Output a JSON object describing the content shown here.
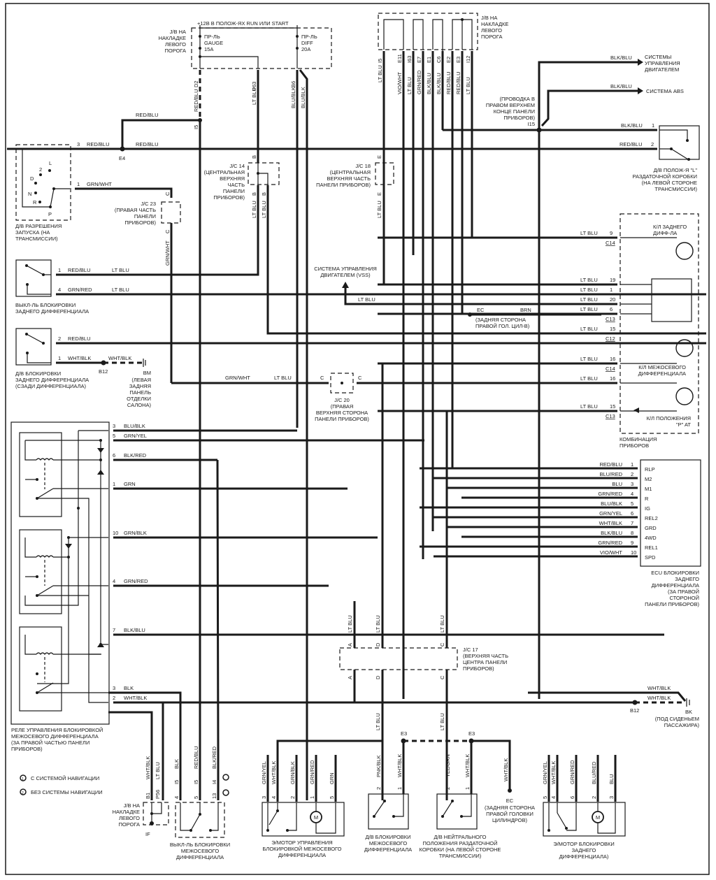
{
  "top_power": {
    "label": "+12В В ПОЛОЖ-ЯХ RUN ИЛИ START",
    "jb_left_label": [
      "J/B НА",
      "НАКЛАДКЕ",
      "ЛЕВОГО",
      "ПОРОГА"
    ],
    "fuse_gauge": [
      "ПР-ЛЬ",
      "GAUGE",
      "15A"
    ],
    "fuse_diff": [
      "ПР-ЛЬ",
      "DIFF",
      "20A"
    ],
    "pins": [
      "D2",
      "P63",
      "B6"
    ],
    "wires": [
      "RED/BLU",
      "LT BLU",
      "BLU/BLK",
      "BLU/BLK"
    ],
    "splice_pin": "I5"
  },
  "top_jb": {
    "label": [
      "J/B НА",
      "НАКЛАДКЕ",
      "ЛЕВОГО",
      "ПОРОГА"
    ],
    "pins": [
      "I5",
      "E11",
      "I63",
      "E7",
      "E1",
      "C6",
      "E2",
      "E3",
      "I12"
    ],
    "wires": [
      "LT BLU",
      "VIO/WHT",
      "LT BLU",
      "GRN/RED",
      "BLK/BLU",
      "BLK/BLU",
      "RED/BLU",
      "RED/BLU",
      "LT BLU"
    ]
  },
  "engine_systems": {
    "wire1": "BLK/BLU",
    "target1": [
      "СИСТЕМЫ",
      "УПРАВЛЕНИЯ",
      "ДВИГАТЕЛЕМ"
    ],
    "wire2": "BLK/BLU",
    "target2": "СИСТЕМА ABS",
    "splice_label": [
      "(ПРОВОДКА В",
      "ПРАВОМ ВЕРХНЕМ",
      "КОНЦЕ ПАНЕЛИ",
      "ПРИБОРОВ)"
    ],
    "splice_id": "I15"
  },
  "l_switch": {
    "pin1": "1",
    "wire1": "BLK/BLU",
    "pin2": "2",
    "wire2": "RED/BLU",
    "label": [
      "Д/В ПОЛОЖ-Я \"L\"",
      "РАЗДАТОЧНОЙ КОРОБКИ",
      "(НА ЛЕВОЙ СТОРОНЕ",
      "ТРАНСМИССИИ)"
    ]
  },
  "start_switch": {
    "label": [
      "Д/В РАЗРЕШЕНИЯ",
      "ЗАПУСКА (НА",
      "ТРАНСМИССИИ)"
    ],
    "positions": [
      "L",
      "2",
      "D",
      "N",
      "R",
      "P"
    ],
    "pin3": "3",
    "wire3": "RED/BLU",
    "pin1": "1",
    "wire1": "GRN/WHT",
    "splice": "E4",
    "wire_after_splice": "RED/BLU"
  },
  "jc14": {
    "label": [
      "J/C 14",
      "(ЦЕНТРАЛЬНАЯ",
      "ВЕРХНЯЯ",
      "ЧАСТЬ",
      "ПАНЕЛИ",
      "ПРИБОРОВ)"
    ],
    "pin": "B",
    "wire": "LT BLU"
  },
  "jc18": {
    "label": [
      "J/C 18",
      "(ЦЕНТРАЛЬНАЯ",
      "ВЕРХНЯЯ ЧАСТЬ",
      "ПАНЕЛИ ПРИБОРОВ)"
    ],
    "pin": "E",
    "wire": "LT BLU"
  },
  "jc23": {
    "label": [
      "J/C 23",
      "(ПРАВАЯ ЧАСТЬ",
      "ПАНЕЛИ",
      "ПРИБОРОВ)"
    ],
    "pin": "C",
    "wire": "GRN/WHT"
  },
  "jc20": {
    "label": [
      "J/C 20",
      "(ПРАВАЯ",
      "ВЕРХНЯЯ СТОРОНА",
      "ПАНЕЛИ ПРИБОРОВ)"
    ],
    "pin": "C",
    "wire_left": "GRN/WHT",
    "wire_right": "LT BLU"
  },
  "jc17": {
    "label": [
      "J/C 17",
      "(ВЕРХНЯЯ ЧАСТЬ",
      "ЦЕНТРА ПАНЕЛИ",
      "ПРИБОРОВ)"
    ],
    "pins": [
      "A",
      "D",
      "C"
    ],
    "wire": "LT BLU"
  },
  "rear_lock_switch": {
    "label": [
      "ВЫКЛ-ЛЬ БЛОКИРОВКИ",
      "ЗАДНЕГО ДИФФЕРЕНЦИАЛА"
    ],
    "pin1": "1",
    "wire1": "RED/BLU",
    "pin4": "4",
    "wire4": "GRN/RED",
    "wire_out": "LT BLU"
  },
  "rear_lock_sensor": {
    "label": [
      "Д/В БЛОКИРОВКИ",
      "ЗАДНЕГО ДИФФЕРЕНЦИАЛА",
      "(СЗАДИ ДИФФЕРЕНЦИАЛА)"
    ],
    "pin2": "2",
    "wire2": "RED/BLU",
    "pin1": "1",
    "wire1": "WHT/BLK",
    "splice": "B12",
    "ground": "BM",
    "ground_label": [
      "(ЛЕВАЯ",
      "ЗАДНЯЯ",
      "ПАНЕЛЬ",
      "ОТДЕЛКИ",
      "САЛОНА)"
    ]
  },
  "vss": {
    "label": [
      "СИСТЕМА УПРАВЛЕНИЯ",
      "ДВИГАТЕЛЕМ (VSS)"
    ],
    "wire": "LT BLU"
  },
  "ground_ec": {
    "id": "EC",
    "wire": "BRN",
    "label": [
      "(ЗАДНЯЯ СТОРОНА",
      "ПРАВОЙ ГОЛ. ЦИЛ-В)"
    ]
  },
  "cluster": {
    "label": [
      "КОМБИНАЦИЯ",
      "ПРИБОРОВ"
    ],
    "lamp_rear": [
      "К/Л ЗАДНЕГО",
      "ДИФФ-ЛА"
    ],
    "lamp_center": [
      "К/Л МЕЖОСЕВОГО",
      "ДИФФЕРЕНЦИАЛА"
    ],
    "lamp_p": [
      "К/Л ПОЛОЖЕНИЯ",
      "\"P\" AT"
    ],
    "pins": [
      {
        "wire": "LT BLU",
        "pin": "9",
        "conn": "C14"
      },
      {
        "wire": "LT BLU",
        "pin": "19",
        "conn": ""
      },
      {
        "wire": "LT BLU",
        "pin": "1",
        "conn": ""
      },
      {
        "wire": "LT BLU",
        "pin": "20",
        "conn": ""
      },
      {
        "wire": "LT BLU",
        "pin": "6",
        "conn": "C13"
      },
      {
        "wire": "LT BLU",
        "pin": "15",
        "conn": "C12"
      },
      {
        "wire": "LT BLU",
        "pin": "16",
        "conn": "C14"
      },
      {
        "wire": "LT BLU",
        "pin": "16",
        "conn": ""
      },
      {
        "wire": "LT BLU",
        "pin": "15",
        "conn": "C13"
      }
    ]
  },
  "ecu": {
    "label": [
      "ECU БЛОКИРОВКИ",
      "ЗАДНЕГО",
      "ДИФФЕРЕНЦИАЛА",
      "(ЗА ПРАВОЙ",
      "СТОРОНОЙ",
      "ПАНЕЛИ ПРИБОРОВ)"
    ],
    "pins": [
      {
        "wire": "RED/BLU",
        "pin": "1",
        "name": "RLP"
      },
      {
        "wire": "BLU/RED",
        "pin": "2",
        "name": "M2"
      },
      {
        "wire": "BLU",
        "pin": "3",
        "name": "M1"
      },
      {
        "wire": "GRN/RED",
        "pin": "4",
        "name": "R"
      },
      {
        "wire": "BLU/BLK",
        "pin": "5",
        "name": "IG"
      },
      {
        "wire": "GRN/YEL",
        "pin": "6",
        "name": "REL2"
      },
      {
        "wire": "WHT/BLK",
        "pin": "7",
        "name": "GRD"
      },
      {
        "wire": "BLK/BLU",
        "pin": "8",
        "name": "4WD"
      },
      {
        "wire": "GRN/RED",
        "pin": "9",
        "name": "REL1"
      },
      {
        "wire": "VIO/WHT",
        "pin": "10",
        "name": "SPD"
      }
    ]
  },
  "relay": {
    "label": [
      "РЕЛЕ УПРАВЛЕНИЯ БЛОКИРОВКОЙ",
      "МЕЖОСЕВОГО ДИФФЕРЕНЦИАЛА",
      "(ЗА ПРАВОЙ ЧАСТЬЮ ПАНЕЛИ",
      "ПРИБОРОВ)"
    ],
    "pins": [
      {
        "pin": "3",
        "wire": "BLU/BLK"
      },
      {
        "pin": "5",
        "wire": "GRN/YEL"
      },
      {
        "pin": "6",
        "wire": "BLK/RED"
      },
      {
        "pin": "1",
        "wire": "GRN"
      },
      {
        "pin": "10",
        "wire": "GRN/BLK"
      },
      {
        "pin": "4",
        "wire": "GRN/RED"
      },
      {
        "pin": "7",
        "wire": "BLK/BLU"
      },
      {
        "pin": "3",
        "wire": "BLK"
      },
      {
        "pin": "2",
        "wire": "WHT/BLK"
      }
    ]
  },
  "ground_bk": {
    "wire1": "WHT/BLK",
    "wire2": "WHT/BLK",
    "splice": "B12",
    "id": "BK",
    "label": [
      "(ПОД СИДЕНЬЕМ",
      "ПАССАЖИРА)"
    ]
  },
  "legend": {
    "item1": "С СИСТЕМОЙ НАВИГАЦИИ",
    "item2": "БЕЗ СИСТЕМЫ НАВИГАЦИИ"
  },
  "bottom": {
    "jb": {
      "label": [
        "J/B НА",
        "НАКЛАДКЕ",
        "ЛЕВОГО",
        "ПОРОГА"
      ],
      "pins": [
        "B1",
        "P56"
      ],
      "wires": [
        "WHT/BLK",
        "LT BLU"
      ],
      "ground": "IF"
    },
    "center_switch": {
      "label": [
        "ВЫКЛ-ЛЬ БЛОКИРОВКИ",
        "МЕЖОСЕВОГО",
        "ДИФФЕРЕНЦИАЛА"
      ],
      "pins": [
        "4",
        "5",
        "13"
      ],
      "conn_pins": [
        "I5",
        "I5",
        "I4",
        "I3"
      ],
      "wires": [
        "BLK",
        "RED/BLU",
        "BLK/RED"
      ]
    },
    "center_motor": {
      "label": [
        "Э/МОТОР УПРАВЛЕНИЯ",
        "БЛОКИРОВКОЙ МЕЖОСЕВОГО",
        "ДИФФЕРЕНЦИАЛА"
      ],
      "pins": [
        "3",
        "4",
        "2",
        "1",
        "5"
      ],
      "wires": [
        "GRN/YEL",
        "WHT/BLK",
        "GRN/BLK",
        "GRN/RED",
        "GRN"
      ]
    },
    "center_sensor": {
      "label": [
        "Д/В БЛОКИРОВКИ",
        "МЕЖОСЕВОГО",
        "ДИФФЕРЕНЦИАЛА"
      ],
      "pins": [
        "2",
        "1"
      ],
      "wires": [
        "PNK/BLK",
        "WHT/BLK"
      ]
    },
    "neutral_sensor": {
      "label": [
        "Д/В НЕЙТРАЛЬНОГО",
        "ПОЛОЖЕНИЯ РАЗДАТОЧНОЙ",
        "КОРОБКИ (НА ЛЕВОЙ СТОРОНЕ",
        "ТРАНСМИССИИ)"
      ],
      "pins": [
        "2",
        "1"
      ],
      "wires": [
        "YEL/GRN",
        "WHT/BLK"
      ]
    },
    "splice": "E3",
    "ground_ec": {
      "id": "EC",
      "wire": "WHT/BLK",
      "label": [
        "(ЗАДНЯЯ СТОРОНА",
        "ПРАВОЙ ГОЛОВКИ",
        "ЦИЛИНДРОВ)"
      ]
    },
    "rear_motor": {
      "label": [
        "Э/МОТОР БЛОКИРОВКИ",
        "ЗАДНЕГО",
        "ДИФФЕРЕНЦИАЛА)"
      ],
      "pins": [
        "5",
        "4",
        "6",
        "2",
        "3"
      ],
      "wires": [
        "GRN/YEL",
        "WHT/BLK",
        "GRN/RED",
        "BLU/RED",
        "BLU"
      ]
    },
    "motor_symbol": "M"
  }
}
